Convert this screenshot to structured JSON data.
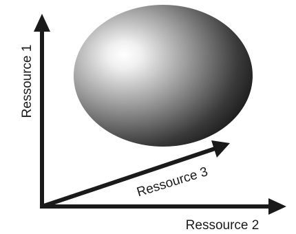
{
  "diagram": {
    "axes": {
      "vertical_label": "Ressource 1",
      "horizontal_label": "Ressource 2",
      "diagonal_label": "Ressource 3"
    },
    "colors": {
      "axis": "#1a1a1a",
      "ellipse_highlight": "#ffffff",
      "ellipse_mid": "#9a9a9a",
      "ellipse_dark": "#141414"
    }
  }
}
